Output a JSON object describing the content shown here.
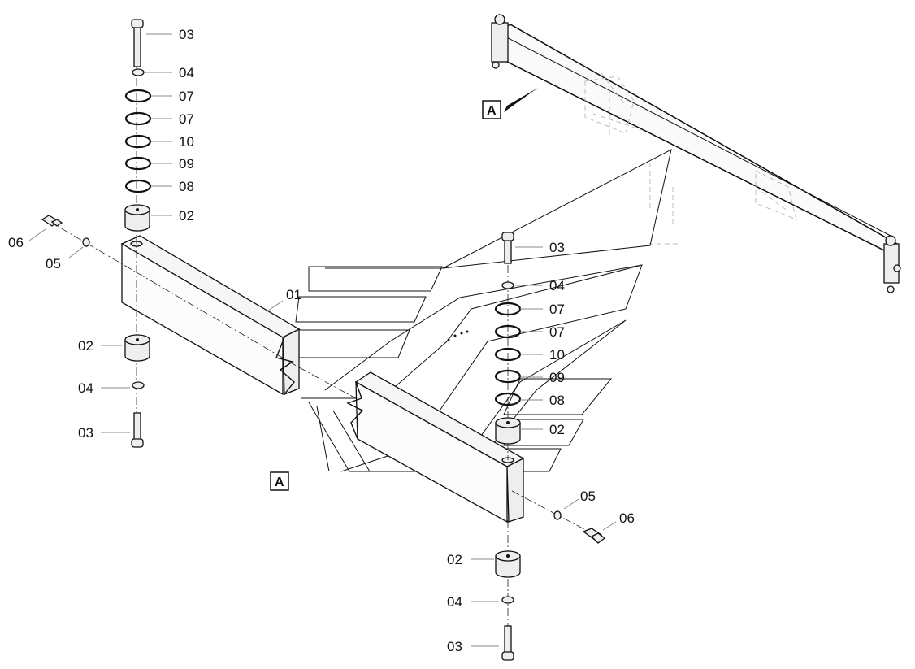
{
  "view_labels": {
    "detail_view": "A",
    "overview_view": "A"
  },
  "callouts_left": {
    "bolt_top": "03",
    "washer_top": "04",
    "oring_1": "07",
    "oring_2": "07",
    "oring_3": "10",
    "oring_4": "09",
    "oring_5": "08",
    "bushing_top": "02",
    "screw_side": "06",
    "washer_side": "05",
    "arm": "01",
    "bushing_bottom": "02",
    "washer_bottom": "04",
    "bolt_bottom": "03"
  },
  "callouts_right": {
    "bolt_top": "03",
    "washer_top": "04",
    "oring_1": "07",
    "oring_2": "07",
    "oring_3": "10",
    "oring_4": "09",
    "oring_5": "08",
    "bushing_top": "02",
    "washer_side": "05",
    "screw_side": "06",
    "bushing_bottom": "02",
    "washer_bottom": "04",
    "bolt_bottom": "03"
  }
}
